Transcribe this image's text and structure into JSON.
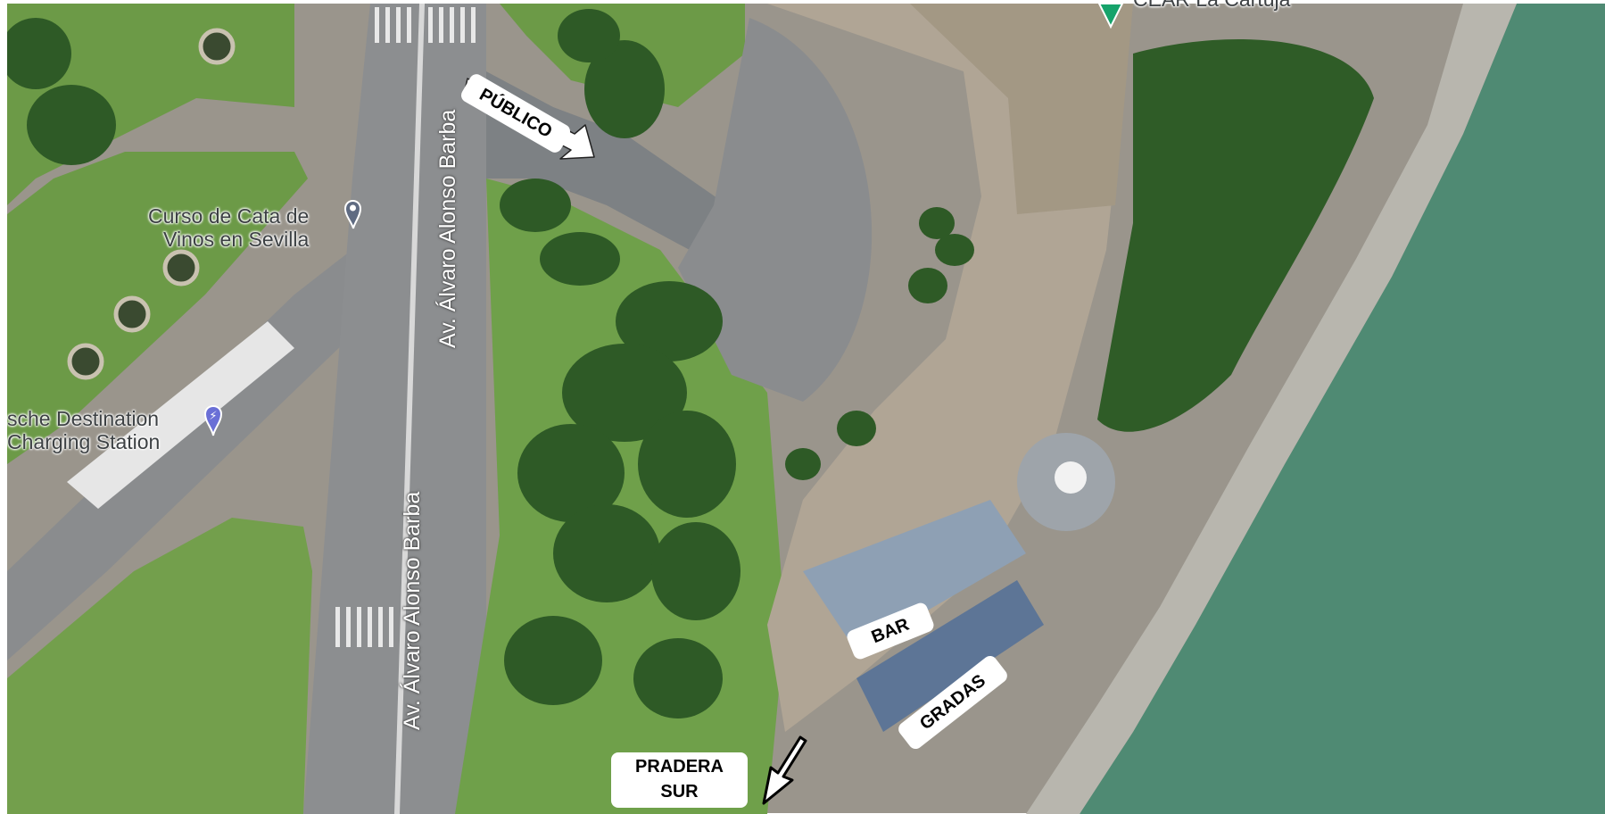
{
  "map": {
    "poi_labels": {
      "wine_course": [
        "Curso de Cata de",
        "Vinos en Sevilla"
      ],
      "charging": [
        "sche Destination",
        "Charging Station"
      ],
      "ceal": "CEAR La Cartuja"
    },
    "road_labels": {
      "upper": "Av. Álvaro Alonso Barba",
      "lower": "Av. Álvaro Alonso Barba"
    },
    "annotations": {
      "publico": "PÚBLICO",
      "bar": "BAR",
      "gradas": "GRADAS",
      "pradera_line1": "PRADERA",
      "pradera_line2": "SUR"
    },
    "colors": {
      "river": "#4f8a73",
      "grass": "#6c9a47",
      "asphalt": "#8a8c8e",
      "plaza": "#b0a595",
      "tree": "#2e5a26",
      "poi_pin": "#5f6b82",
      "charge_pin": "#6a6fd6",
      "ceal_pin": "#16a36b"
    }
  }
}
